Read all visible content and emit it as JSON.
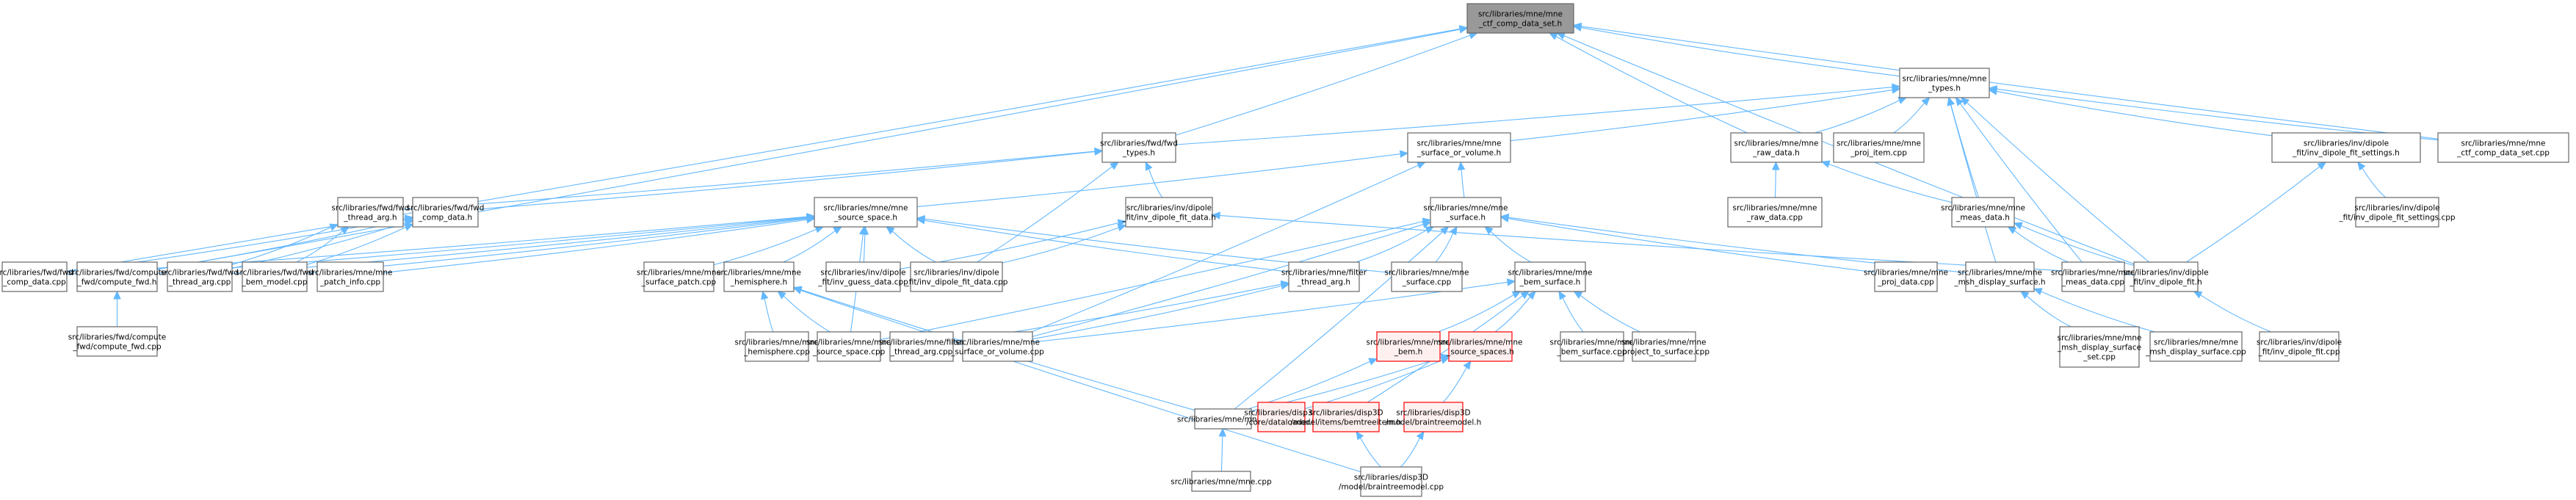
{
  "graph": {
    "title": "Include dependency graph for mne_ctf_comp_data_set.h",
    "colors": {
      "edge": "#63b8ff",
      "root_fill": "#999999",
      "node_border": "#666666",
      "truncated_border": "#ff0000",
      "truncated_fill": "#fff0f0"
    },
    "nodes": [
      {
        "id": "root",
        "lines": [
          "src/libraries/mne/mne",
          "_ctf_comp_data_set.h"
        ],
        "kind": "root"
      },
      {
        "id": "mne_types_h",
        "lines": [
          "src/libraries/mne/mne",
          "_types.h"
        ],
        "kind": "normal"
      },
      {
        "id": "fwd_types_h",
        "lines": [
          "src/libraries/fwd/fwd",
          "_types.h"
        ],
        "kind": "normal"
      },
      {
        "id": "surface_or_volume_h",
        "lines": [
          "src/libraries/mne/mne",
          "_surface_or_volume.h"
        ],
        "kind": "normal"
      },
      {
        "id": "raw_data_h",
        "lines": [
          "src/libraries/mne/mne",
          "_raw_data.h"
        ],
        "kind": "normal"
      },
      {
        "id": "proj_item_cpp",
        "lines": [
          "src/libraries/mne/mne",
          "_proj_item.cpp"
        ],
        "kind": "normal"
      },
      {
        "id": "inv_dipole_fit_settings_h",
        "lines": [
          "src/libraries/inv/dipole",
          "_fit/inv_dipole_fit_settings.h"
        ],
        "kind": "normal"
      },
      {
        "id": "ctf_comp_data_set_cpp",
        "lines": [
          "src/libraries/mne/mne",
          "_ctf_comp_data_set.cpp"
        ],
        "kind": "normal"
      },
      {
        "id": "fwd_thread_arg_h",
        "lines": [
          "src/libraries/fwd/fwd",
          "_thread_arg.h"
        ],
        "kind": "normal"
      },
      {
        "id": "fwd_comp_data_h",
        "lines": [
          "src/libraries/fwd/fwd",
          "_comp_data.h"
        ],
        "kind": "normal"
      },
      {
        "id": "source_space_h",
        "lines": [
          "src/libraries/mne/mne",
          "_source_space.h"
        ],
        "kind": "normal"
      },
      {
        "id": "inv_dipole_fit_data_h",
        "lines": [
          "src/libraries/inv/dipole",
          "_fit/inv_dipole_fit_data.h"
        ],
        "kind": "normal"
      },
      {
        "id": "surface_h",
        "lines": [
          "src/libraries/mne/mne",
          "_surface.h"
        ],
        "kind": "normal"
      },
      {
        "id": "raw_data_cpp",
        "lines": [
          "src/libraries/mne/mne",
          "_raw_data.cpp"
        ],
        "kind": "normal"
      },
      {
        "id": "meas_data_h",
        "lines": [
          "src/libraries/mne/mne",
          "_meas_data.h"
        ],
        "kind": "normal"
      },
      {
        "id": "inv_dipole_fit_settings_cpp",
        "lines": [
          "src/libraries/inv/dipole",
          "_fit/inv_dipole_fit_settings.cpp"
        ],
        "kind": "normal"
      },
      {
        "id": "fwd_comp_data_cpp",
        "lines": [
          "src/libraries/fwd/fwd",
          "_comp_data.cpp"
        ],
        "kind": "normal"
      },
      {
        "id": "compute_fwd_h",
        "lines": [
          "src/libraries/fwd/compute",
          "_fwd/compute_fwd.h"
        ],
        "kind": "normal"
      },
      {
        "id": "fwd_thread_arg_cpp",
        "lines": [
          "src/libraries/fwd/fwd",
          "_thread_arg.cpp"
        ],
        "kind": "normal"
      },
      {
        "id": "fwd_bem_model_cpp",
        "lines": [
          "src/libraries/fwd/fwd",
          "_bem_model.cpp"
        ],
        "kind": "normal"
      },
      {
        "id": "patch_info_cpp",
        "lines": [
          "src/libraries/mne/mne",
          "_patch_info.cpp"
        ],
        "kind": "normal"
      },
      {
        "id": "surface_patch_cpp",
        "lines": [
          "src/libraries/mne/mne",
          "_surface_patch.cpp"
        ],
        "kind": "normal"
      },
      {
        "id": "hemisphere_h",
        "lines": [
          "src/libraries/mne/mne",
          "_hemisphere.h"
        ],
        "kind": "normal"
      },
      {
        "id": "inv_guess_data_cpp",
        "lines": [
          "src/libraries/inv/dipole",
          "_fit/inv_guess_data.cpp"
        ],
        "kind": "normal"
      },
      {
        "id": "inv_dipole_fit_data_cpp",
        "lines": [
          "src/libraries/inv/dipole",
          "_fit/inv_dipole_fit_data.cpp"
        ],
        "kind": "normal"
      },
      {
        "id": "filter_thread_arg_h",
        "lines": [
          "src/libraries/mne/filter",
          "_thread_arg.h"
        ],
        "kind": "normal"
      },
      {
        "id": "surface_cpp",
        "lines": [
          "src/libraries/mne/mne",
          "_surface.cpp"
        ],
        "kind": "normal"
      },
      {
        "id": "bem_surface_h",
        "lines": [
          "src/libraries/mne/mne",
          "_bem_surface.h"
        ],
        "kind": "normal"
      },
      {
        "id": "proj_data_cpp",
        "lines": [
          "src/libraries/mne/mne",
          "_proj_data.cpp"
        ],
        "kind": "normal"
      },
      {
        "id": "msh_display_surface_h",
        "lines": [
          "src/libraries/mne/mne",
          "_msh_display_surface.h"
        ],
        "kind": "normal"
      },
      {
        "id": "meas_data_cpp",
        "lines": [
          "src/libraries/mne/mne",
          "_meas_data.cpp"
        ],
        "kind": "normal"
      },
      {
        "id": "inv_dipole_fit_h",
        "lines": [
          "src/libraries/inv/dipole",
          "_fit/inv_dipole_fit.h"
        ],
        "kind": "normal"
      },
      {
        "id": "compute_fwd_cpp",
        "lines": [
          "src/libraries/fwd/compute",
          "_fwd/compute_fwd.cpp"
        ],
        "kind": "normal"
      },
      {
        "id": "hemisphere_cpp",
        "lines": [
          "src/libraries/mne/mne",
          "_hemisphere.cpp"
        ],
        "kind": "normal"
      },
      {
        "id": "source_space_cpp",
        "lines": [
          "src/libraries/mne/mne",
          "_source_space.cpp"
        ],
        "kind": "normal"
      },
      {
        "id": "filter_thread_arg_cpp",
        "lines": [
          "src/libraries/mne/filter",
          "_thread_arg.cpp"
        ],
        "kind": "normal"
      },
      {
        "id": "surface_or_volume_cpp",
        "lines": [
          "src/libraries/mne/mne",
          "_surface_or_volume.cpp"
        ],
        "kind": "normal"
      },
      {
        "id": "bem_h",
        "lines": [
          "src/libraries/mne/mne",
          "_bem.h"
        ],
        "kind": "truncated"
      },
      {
        "id": "source_spaces_h",
        "lines": [
          "src/libraries/mne/mne",
          "_source_spaces.h"
        ],
        "kind": "truncated"
      },
      {
        "id": "bem_surface_cpp",
        "lines": [
          "src/libraries/mne/mne",
          "_bem_surface.cpp"
        ],
        "kind": "normal"
      },
      {
        "id": "project_to_surface_cpp",
        "lines": [
          "src/libraries/mne/mne",
          "_project_to_surface.cpp"
        ],
        "kind": "normal"
      },
      {
        "id": "msh_display_surface_set_cpp",
        "lines": [
          "src/libraries/mne/mne",
          "_msh_display_surface",
          "_set.cpp"
        ],
        "kind": "normal"
      },
      {
        "id": "msh_display_surface_cpp",
        "lines": [
          "src/libraries/mne/mne",
          "_msh_display_surface.cpp"
        ],
        "kind": "normal"
      },
      {
        "id": "inv_dipole_fit_cpp",
        "lines": [
          "src/libraries/inv/dipole",
          "_fit/inv_dipole_fit.cpp"
        ],
        "kind": "normal"
      },
      {
        "id": "mne_h",
        "lines": [
          "src/libraries/mne/mne.h"
        ],
        "kind": "normal"
      },
      {
        "id": "dataloader_h",
        "lines": [
          "src/libraries/disp3D",
          "/core/dataloader.h"
        ],
        "kind": "truncated"
      },
      {
        "id": "bemtreeitem_h",
        "lines": [
          "src/libraries/disp3D",
          "/model/items/bemtreeitem.h"
        ],
        "kind": "truncated"
      },
      {
        "id": "braintreemodel_h",
        "lines": [
          "src/libraries/disp3D",
          "/model/braintreemodel.h"
        ],
        "kind": "truncated"
      },
      {
        "id": "mne_cpp",
        "lines": [
          "src/libraries/mne/mne.cpp"
        ],
        "kind": "normal"
      },
      {
        "id": "braintreemodel_cpp",
        "lines": [
          "src/libraries/disp3D",
          "/model/braintreemodel.cpp"
        ],
        "kind": "normal"
      }
    ],
    "edges": [
      [
        "mne_types_h",
        "root"
      ],
      [
        "fwd_types_h",
        "root"
      ],
      [
        "raw_data_h",
        "root"
      ],
      [
        "ctf_comp_data_set_cpp",
        "root"
      ],
      [
        "fwd_comp_data_cpp",
        "root"
      ],
      [
        "compute_fwd_h",
        "root"
      ],
      [
        "inv_dipole_fit_h",
        "root"
      ],
      [
        "fwd_types_h",
        "mne_types_h"
      ],
      [
        "surface_or_volume_h",
        "mne_types_h"
      ],
      [
        "raw_data_h",
        "mne_types_h"
      ],
      [
        "proj_item_cpp",
        "mne_types_h"
      ],
      [
        "inv_dipole_fit_settings_h",
        "mne_types_h"
      ],
      [
        "ctf_comp_data_set_cpp",
        "mne_types_h"
      ],
      [
        "meas_data_h",
        "mne_types_h"
      ],
      [
        "msh_display_surface_h",
        "mne_types_h"
      ],
      [
        "meas_data_cpp",
        "mne_types_h"
      ],
      [
        "inv_dipole_fit_h",
        "mne_types_h"
      ],
      [
        "fwd_thread_arg_h",
        "fwd_types_h"
      ],
      [
        "fwd_comp_data_h",
        "fwd_types_h"
      ],
      [
        "inv_dipole_fit_data_h",
        "fwd_types_h"
      ],
      [
        "inv_dipole_fit_data_cpp",
        "fwd_types_h"
      ],
      [
        "source_space_h",
        "surface_or_volume_h"
      ],
      [
        "surface_h",
        "surface_or_volume_h"
      ],
      [
        "surface_or_volume_cpp",
        "surface_or_volume_h"
      ],
      [
        "raw_data_cpp",
        "raw_data_h"
      ],
      [
        "meas_data_h",
        "raw_data_h"
      ],
      [
        "inv_dipole_fit_settings_cpp",
        "inv_dipole_fit_settings_h"
      ],
      [
        "inv_dipole_fit_h",
        "inv_dipole_fit_settings_h"
      ],
      [
        "fwd_thread_arg_cpp",
        "fwd_thread_arg_h"
      ],
      [
        "fwd_bem_model_cpp",
        "fwd_thread_arg_h"
      ],
      [
        "fwd_comp_data_cpp",
        "fwd_comp_data_h"
      ],
      [
        "fwd_thread_arg_cpp",
        "fwd_comp_data_h"
      ],
      [
        "fwd_bem_model_cpp",
        "fwd_comp_data_h"
      ],
      [
        "compute_fwd_h",
        "fwd_comp_data_h"
      ],
      [
        "fwd_comp_data_cpp",
        "source_space_h"
      ],
      [
        "compute_fwd_h",
        "source_space_h"
      ],
      [
        "fwd_thread_arg_cpp",
        "source_space_h"
      ],
      [
        "fwd_bem_model_cpp",
        "source_space_h"
      ],
      [
        "patch_info_cpp",
        "source_space_h"
      ],
      [
        "surface_patch_cpp",
        "source_space_h"
      ],
      [
        "hemisphere_h",
        "source_space_h"
      ],
      [
        "inv_guess_data_cpp",
        "source_space_h"
      ],
      [
        "inv_dipole_fit_data_cpp",
        "source_space_h"
      ],
      [
        "source_space_cpp",
        "source_space_h"
      ],
      [
        "filter_thread_arg_h",
        "source_space_h"
      ],
      [
        "surface_cpp",
        "source_space_h"
      ],
      [
        "inv_guess_data_cpp",
        "inv_dipole_fit_data_h"
      ],
      [
        "inv_dipole_fit_data_cpp",
        "inv_dipole_fit_data_h"
      ],
      [
        "inv_dipole_fit_h",
        "inv_dipole_fit_data_h"
      ],
      [
        "surface_cpp",
        "surface_h"
      ],
      [
        "bem_surface_h",
        "surface_h"
      ],
      [
        "filter_thread_arg_h",
        "surface_h"
      ],
      [
        "msh_display_surface_h",
        "surface_h"
      ],
      [
        "proj_data_cpp",
        "surface_h"
      ],
      [
        "source_space_cpp",
        "surface_h"
      ],
      [
        "surface_or_volume_cpp",
        "surface_h"
      ],
      [
        "mne_h",
        "surface_h"
      ],
      [
        "meas_data_cpp",
        "meas_data_h"
      ],
      [
        "inv_dipole_fit_h",
        "meas_data_h"
      ],
      [
        "inv_dipole_fit_cpp",
        "inv_dipole_fit_h"
      ],
      [
        "compute_fwd_cpp",
        "compute_fwd_h"
      ],
      [
        "hemisphere_cpp",
        "hemisphere_h"
      ],
      [
        "source_space_cpp",
        "hemisphere_h"
      ],
      [
        "mne_h",
        "hemisphere_h"
      ],
      [
        "braintreemodel_cpp",
        "hemisphere_h"
      ],
      [
        "filter_thread_arg_cpp",
        "filter_thread_arg_h"
      ],
      [
        "surface_or_volume_cpp",
        "filter_thread_arg_h"
      ],
      [
        "bem_h",
        "bem_surface_h"
      ],
      [
        "source_spaces_h",
        "bem_surface_h"
      ],
      [
        "bem_surface_cpp",
        "bem_surface_h"
      ],
      [
        "project_to_surface_cpp",
        "bem_surface_h"
      ],
      [
        "bemtreeitem_h",
        "bem_surface_h"
      ],
      [
        "surface_or_volume_cpp",
        "bem_surface_h"
      ],
      [
        "msh_display_surface_set_cpp",
        "msh_display_surface_h"
      ],
      [
        "msh_display_surface_cpp",
        "msh_display_surface_h"
      ],
      [
        "mne_h",
        "bem_h"
      ],
      [
        "mne_h",
        "source_spaces_h"
      ],
      [
        "dataloader_h",
        "source_spaces_h"
      ],
      [
        "braintreemodel_h",
        "source_spaces_h"
      ],
      [
        "mne_cpp",
        "mne_h"
      ],
      [
        "braintreemodel_cpp",
        "bemtreeitem_h"
      ],
      [
        "braintreemodel_cpp",
        "braintreemodel_h"
      ]
    ]
  }
}
